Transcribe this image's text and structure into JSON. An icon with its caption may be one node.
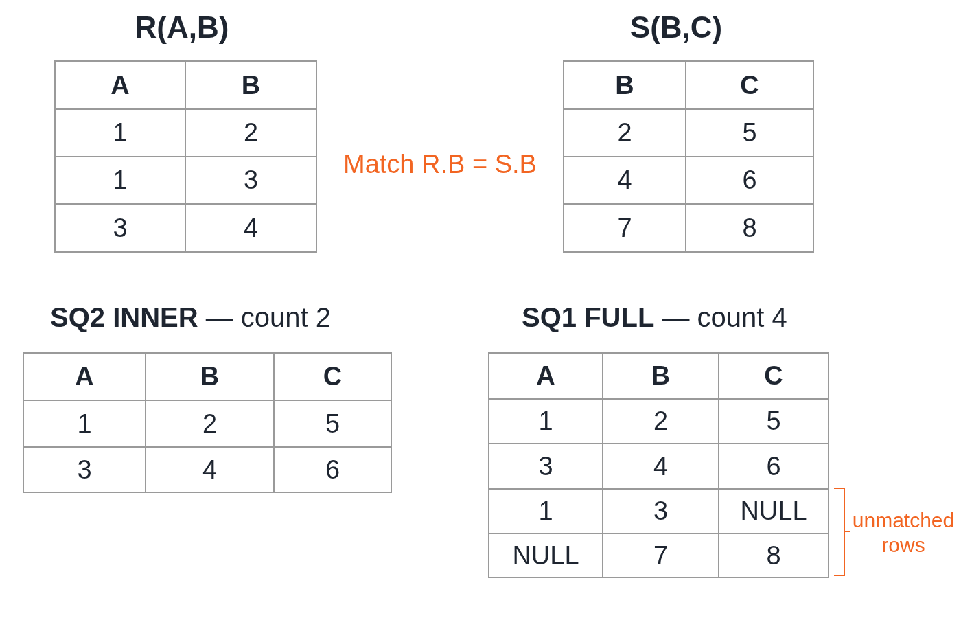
{
  "diagram": {
    "labels": [
      "R(A,B)",
      "S(B,C)",
      "A",
      "B",
      "1",
      "2",
      "1",
      "3",
      "3",
      "4",
      "Match R.B = S.B",
      "B",
      "C",
      "2",
      "5",
      "4",
      "6",
      "7",
      "8",
      "**SQ2 INNER** — count 2",
      "**SQ1 FULL** — count 4",
      "A",
      "B",
      "C",
      "1",
      "2",
      "5",
      "3",
      "4",
      "6",
      "A",
      "B",
      "C",
      "1",
      "2",
      "5",
      "3",
      "4",
      "6",
      "1",
      "3",
      "NULL",
      "NULL",
      "7",
      "8",
      "unmatched rows"
    ]
  }
}
